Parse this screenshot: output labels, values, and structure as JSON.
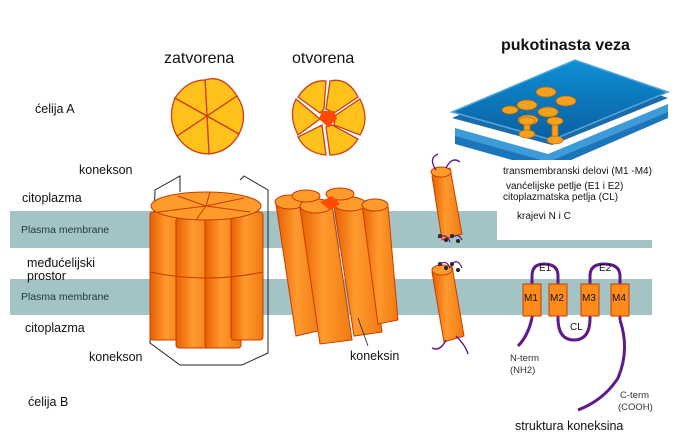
{
  "states": {
    "closed": "zatvorena",
    "open": "otvorena",
    "gap_junction": "pukotinasta veza"
  },
  "left_labels": {
    "cell_a": "ćelija A",
    "connexon_top": "konekson",
    "cytoplasm_top": "citoplazma",
    "membrane_top": "Plasma membrane",
    "intercellular_line1": "međućelijski",
    "intercellular_line2": "prostor",
    "membrane_bottom": "Plasma membrane",
    "cytoplasm_bottom": "citoplazma",
    "connexon_bottom": "konekson",
    "cell_b": "ćelija B"
  },
  "connexin_label": "koneksin",
  "legend": {
    "transmembrane": "transmembranski delovi (M1 -M4)",
    "extracellular": "vanćelijske petlje (E1 i E2)",
    "cytoplasmic": "citoplazmatska petlja (CL)",
    "ends": "krajevi N i C"
  },
  "topology": {
    "segments": [
      "M1",
      "M2",
      "M3",
      "M4"
    ],
    "loops": [
      "E1",
      "E2",
      "CL"
    ],
    "n_term_line1": "N-term",
    "n_term_line2": "(NH2)",
    "c_term_line1": "C-term",
    "c_term_line2": "(COOH)",
    "caption": "struktura koneksina"
  },
  "colors": {
    "membrane": "#a3c3c4",
    "connexin_fill": "#ff8c1a",
    "connexin_dark": "#e56f00",
    "connexin_outline": "#c93c00",
    "loop_purple": "#5c1a8e",
    "pore_red": "#ff4a00",
    "gap_blue": "#1d6aa8",
    "gap_light": "#4ea8de"
  },
  "icons": [
    "flower-closed-icon",
    "flower-open-icon",
    "gap-junction-sheet-icon"
  ]
}
